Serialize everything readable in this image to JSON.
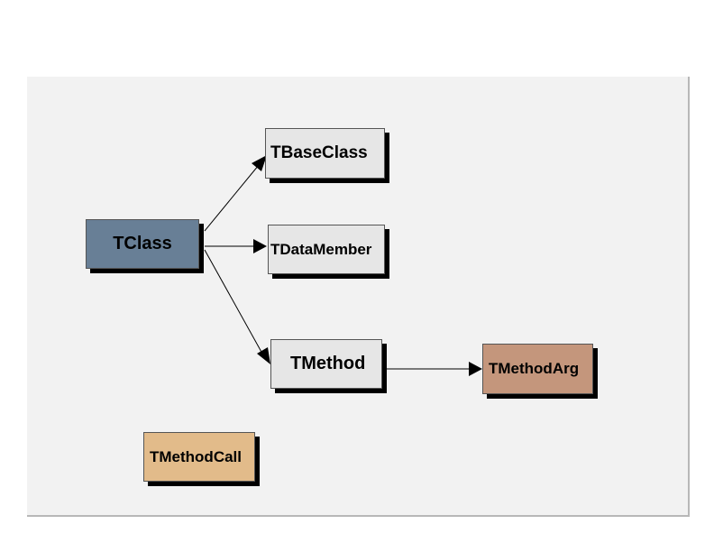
{
  "diagram": {
    "nodes": [
      {
        "id": "tclass",
        "label": "TClass",
        "color": "#687f96"
      },
      {
        "id": "tbaseclass",
        "label": "TBaseClass",
        "color": "#e6e6e6"
      },
      {
        "id": "tdatamember",
        "label": "TDataMember",
        "color": "#e6e6e6"
      },
      {
        "id": "tmethod",
        "label": "TMethod",
        "color": "#e6e6e6"
      },
      {
        "id": "tmethodarg",
        "label": "TMethodArg",
        "color": "#c4967c"
      },
      {
        "id": "tmethodcall",
        "label": "TMethodCall",
        "color": "#e2bb8a"
      }
    ],
    "edges": [
      {
        "from": "tclass",
        "to": "tbaseclass"
      },
      {
        "from": "tclass",
        "to": "tdatamember"
      },
      {
        "from": "tclass",
        "to": "tmethod"
      },
      {
        "from": "tmethod",
        "to": "tmethodarg"
      }
    ]
  }
}
